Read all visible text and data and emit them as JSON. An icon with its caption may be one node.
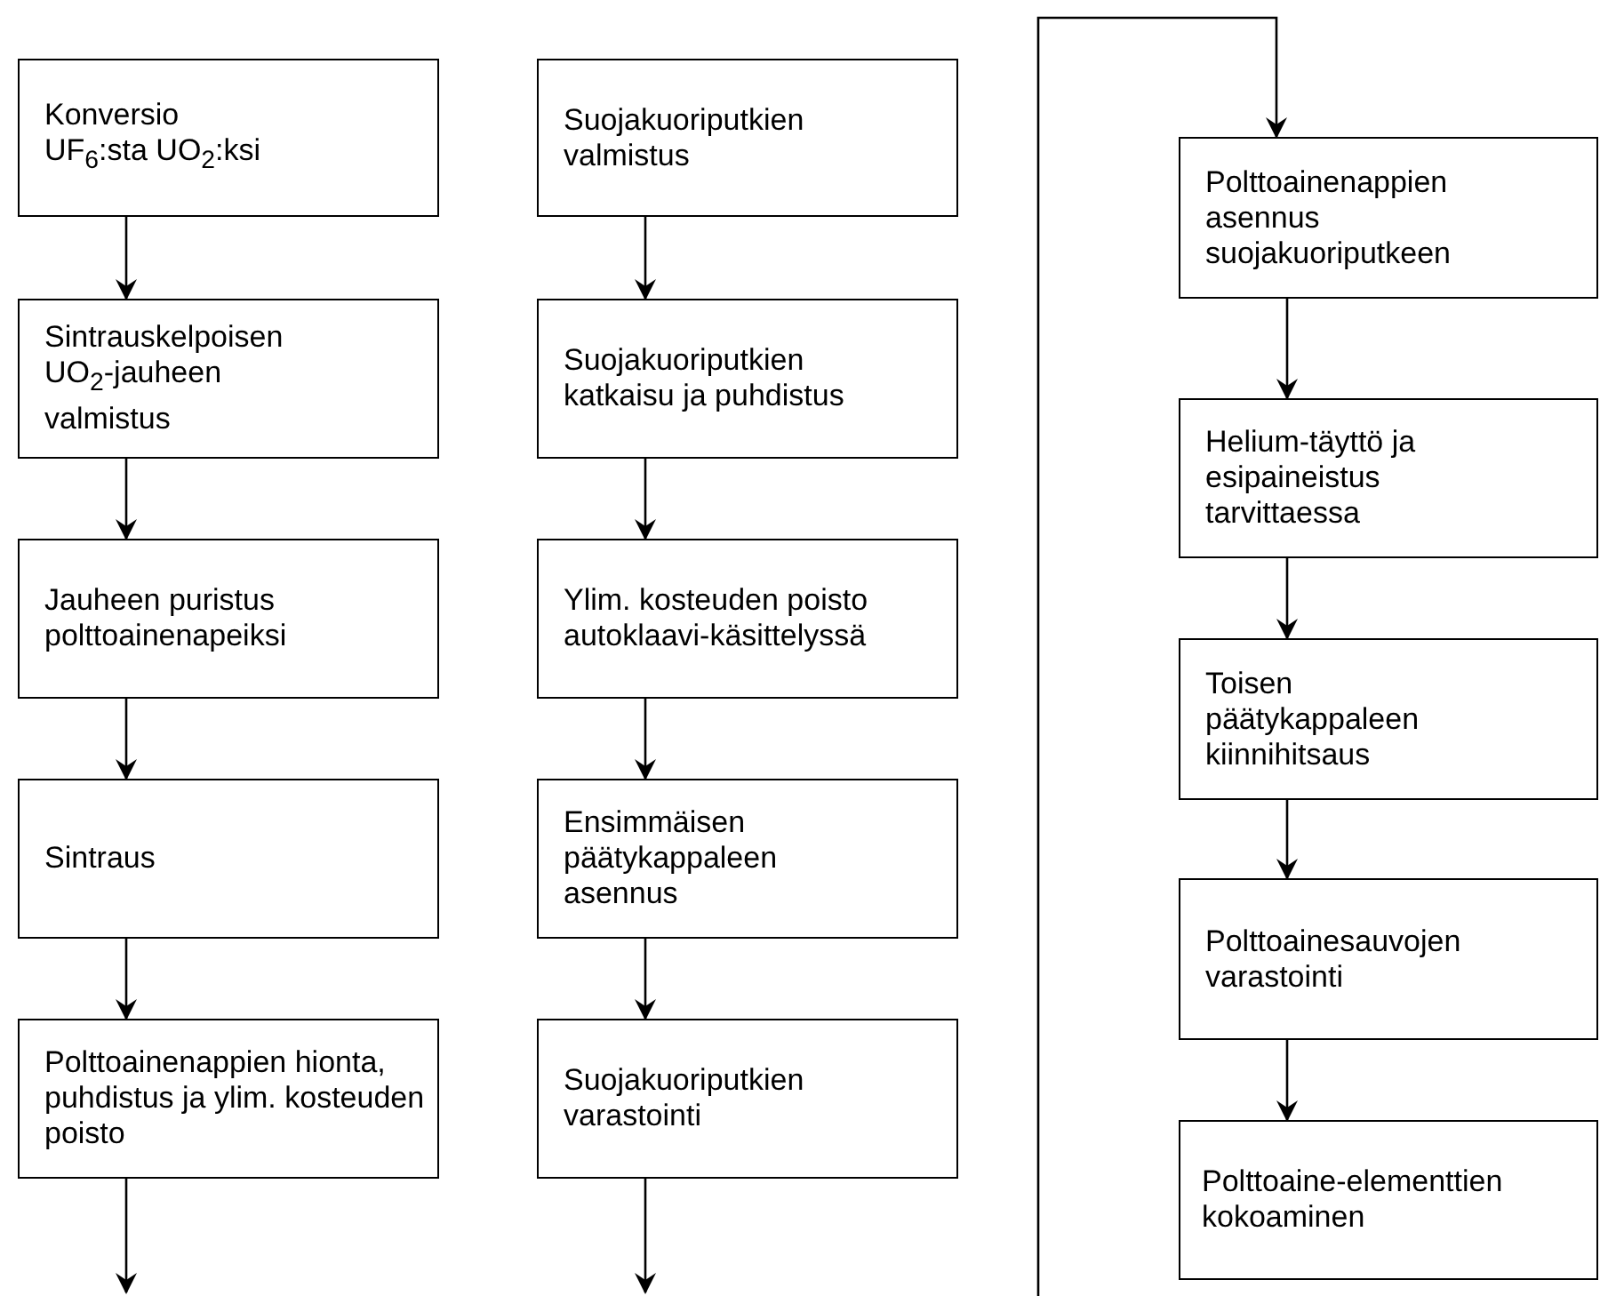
{
  "diagram": {
    "nodes": [
      {
        "text": [
          "Konversio UF$_{6}$:sta UO$_{2}$:ksi"
        ]
      },
      {
        "text": [
          "Sintrauskelpoisen UO$_{2}$-jauheen valmistus"
        ]
      },
      {
        "text": [
          "Jauheen puristus polttoainenapeiksi"
        ]
      },
      {
        "text": [
          "Sintraus"
        ]
      },
      {
        "text": [
          "Polttoainenappien hionta, puhdistus ja ylim. kosteuden poisto"
        ]
      },
      {
        "text": [
          "Suojakuoriputkien valmistus"
        ]
      },
      {
        "text": [
          "Suojakuoriputkien katkaisu ja puhdistus"
        ]
      },
      {
        "text": [
          "Ylim. kosteuden poisto autoklaavi-käsittelyssä"
        ]
      },
      {
        "text": [
          "Ensimmäisen päätykappaleen asennus"
        ]
      },
      {
        "text": [
          "Suojakuoriputkien varastointi"
        ]
      },
      {
        "text": [
          "Polttoainenappien asennus suojakuoriputkeen"
        ]
      },
      {
        "text": [
          "Helium-täyttö ja esipaineistus tarvittaessa"
        ]
      },
      {
        "text": [
          "Toisen päätykappaleen kiinnihitsaus"
        ]
      },
      {
        "text": [
          "Polttoainesauvojen varastointi"
        ]
      },
      {
        "text": [
          "Polttoaine-elementtien kokoaminen"
        ]
      }
    ],
    "edges": [
      {
        "from": 0,
        "to": 1,
        "arrow": "to"
      },
      {
        "from": 1,
        "to": 2,
        "arrow": "to"
      },
      {
        "from": 2,
        "to": 3,
        "arrow": "to"
      },
      {
        "from": 3,
        "to": 4,
        "arrow": "to"
      },
      {
        "from": 4,
        "to": null,
        "arrow": "to"
      },
      {
        "from": 5,
        "to": 6,
        "arrow": "to"
      },
      {
        "from": 6,
        "to": 7,
        "arrow": "to"
      },
      {
        "from": 7,
        "to": 8,
        "arrow": "to"
      },
      {
        "from": 8,
        "to": 9,
        "arrow": "to"
      },
      {
        "from": 9,
        "to": null,
        "arrow": "to"
      },
      {
        "from": null,
        "to": 10,
        "arrow": "to"
      },
      {
        "from": 10,
        "to": 11,
        "arrow": "to"
      },
      {
        "from": 11,
        "to": 12,
        "arrow": "to"
      },
      {
        "from": 12,
        "to": 13,
        "arrow": "to"
      },
      {
        "from": 13,
        "to": 14,
        "arrow": "to"
      }
    ]
  }
}
